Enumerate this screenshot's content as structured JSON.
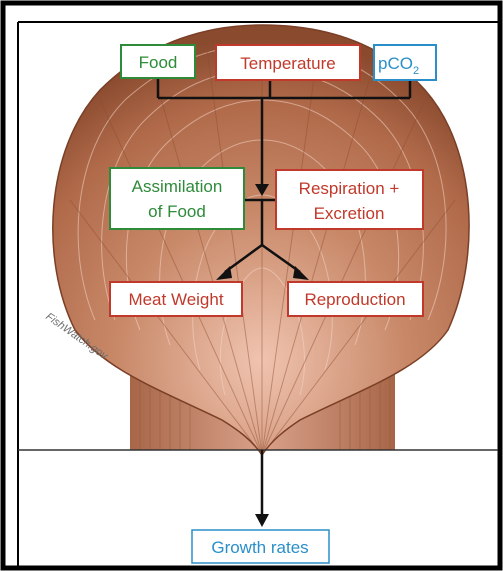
{
  "diagram": {
    "inputs": {
      "food": "Food",
      "temperature": "Temperature",
      "pco2_base": "pCO",
      "pco2_sub": "2"
    },
    "processes": {
      "assimilation_line1": "Assimilation",
      "assimilation_line2": "of Food",
      "respiration_line1": "Respiration +",
      "respiration_line2": "Excretion"
    },
    "outputs": {
      "meat_weight": "Meat Weight",
      "reproduction": "Reproduction"
    },
    "result": {
      "growth_rates": "Growth rates"
    },
    "watermark": "FishWatch.gov"
  },
  "colors": {
    "green": "#2e8b3a",
    "red": "#c0392b",
    "blue": "#2a8fc9",
    "shell_dark": "#9a5a3a",
    "shell_light": "#d8a088",
    "line": "#111111"
  }
}
